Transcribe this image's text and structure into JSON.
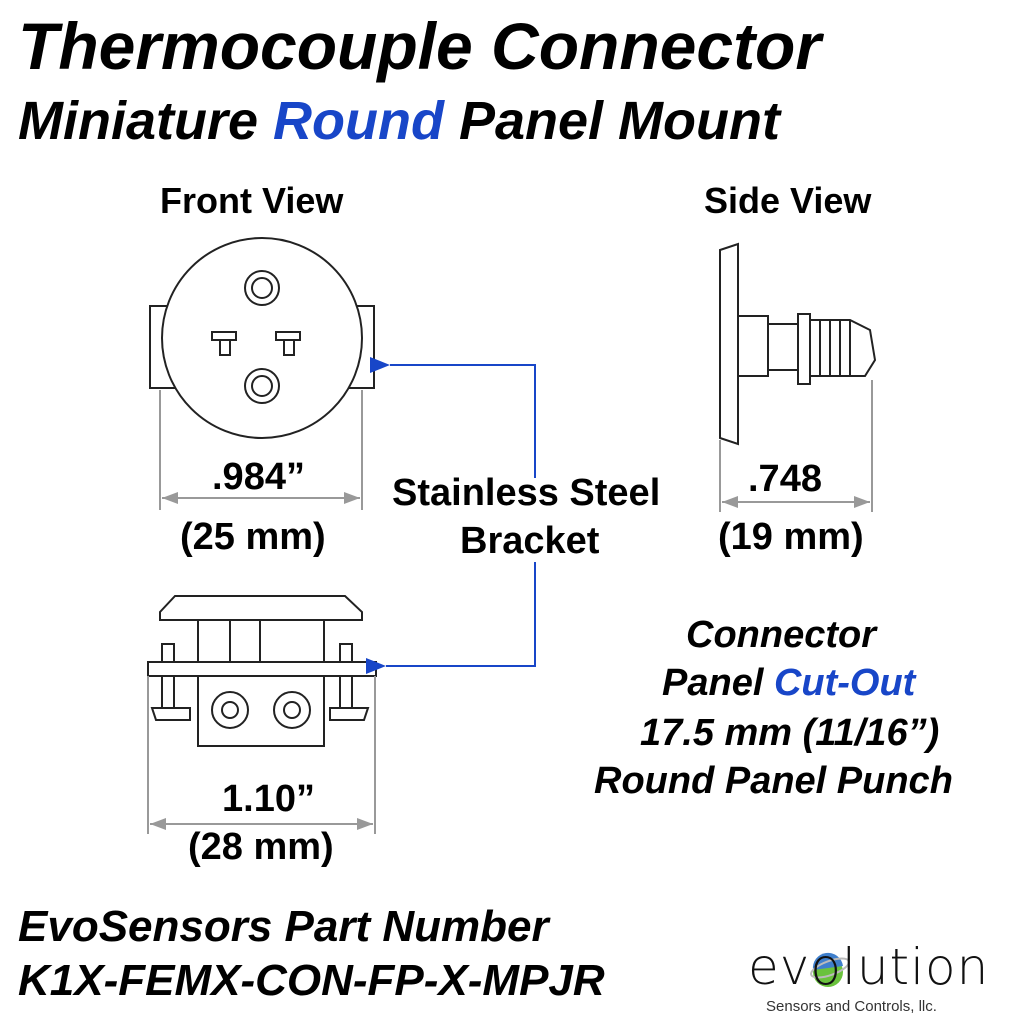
{
  "title": "Thermocouple Connector",
  "subtitle": {
    "pre": "Miniature ",
    "highlight": "Round",
    "post": " Panel Mount"
  },
  "front_view": {
    "label": "Front View",
    "dim_in": ".984”",
    "dim_mm": "(25 mm)"
  },
  "side_view": {
    "label": "Side View",
    "dim_in": ".748",
    "dim_mm": "(19 mm)"
  },
  "bracket": {
    "line1": "Stainless Steel",
    "line2": "Bracket"
  },
  "bottom_view": {
    "dim_in": "1.10”",
    "dim_mm": "(28 mm)"
  },
  "cutout": {
    "line1": "Connector",
    "line2_pre": "Panel ",
    "line2_highlight": "Cut-Out",
    "line3": "17.5 mm (11/16”)",
    "line4": "Round Panel Punch"
  },
  "part": {
    "label": "EvoSensors Part Number",
    "number": "K1X-FEMX-CON-FP-X-MPJR"
  },
  "logo": {
    "name": "evolution",
    "tagline": "Sensors and Controls, llc."
  },
  "colors": {
    "accent": "#1846c8"
  }
}
